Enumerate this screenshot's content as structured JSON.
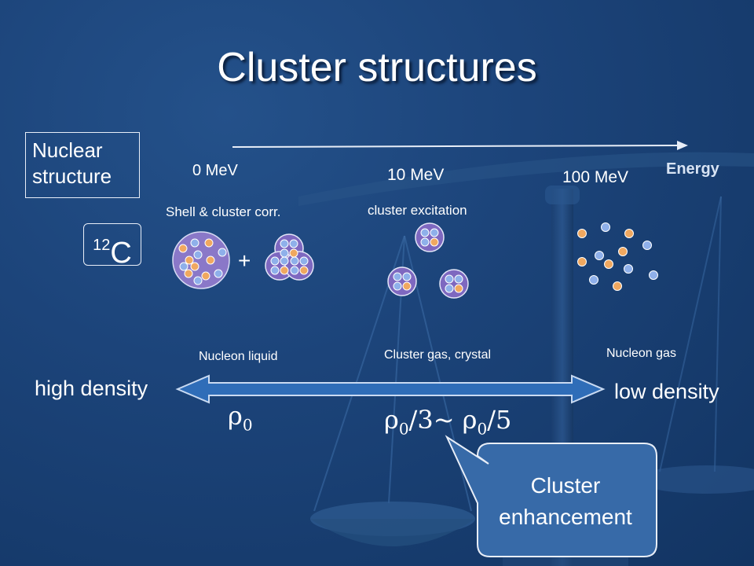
{
  "title": "Cluster structures",
  "nuclear_structure": {
    "line1": "Nuclear",
    "line2": "structure"
  },
  "nucleus": {
    "mass_number": "12",
    "symbol": "C"
  },
  "energy_axis": {
    "label": "Energy",
    "points": [
      "0 MeV",
      "10 MeV",
      "100 MeV"
    ]
  },
  "states": {
    "shell_cluster": "Shell & cluster corr.",
    "plus": "+",
    "cluster_excitation": "cluster excitation"
  },
  "phases": {
    "nucleon_liquid": "Nucleon liquid",
    "cluster_gas": "Cluster gas, crystal",
    "nucleon_gas": "Nucleon gas"
  },
  "density": {
    "high": "high density",
    "low": "low density",
    "rho_symbol": "ρ",
    "rho_sub": "0",
    "fraction_a": "/3~ ",
    "fraction_b": "/5"
  },
  "callout": {
    "line1": "Cluster",
    "line2": "enhancement"
  },
  "colors": {
    "proton": "#f0a860",
    "neutron": "#8fb0ea",
    "alpha_fill": "#7e68c0",
    "arrow_fill": "#2f6db8",
    "callout_fill": "#376aa8"
  }
}
